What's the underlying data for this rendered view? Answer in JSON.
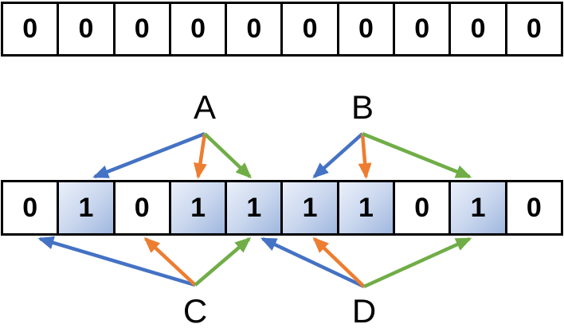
{
  "diagram": {
    "description": "Bloom filter bit arrays with hash pointers",
    "colors": {
      "blue": "#4472C4",
      "orange": "#ED7D31",
      "green": "#70AD47",
      "cell_border": "#000000",
      "cell_fill_light": "#eaf0fa",
      "cell_fill_dark": "#9fb7de"
    },
    "top_row": {
      "cells": [
        "0",
        "0",
        "0",
        "0",
        "0",
        "0",
        "0",
        "0",
        "0",
        "0"
      ]
    },
    "bottom_row": {
      "cells": [
        "0",
        "1",
        "0",
        "1",
        "1",
        "1",
        "1",
        "0",
        "1",
        "0"
      ]
    },
    "pointers": [
      {
        "label": "A",
        "side": "top",
        "arrows": [
          {
            "color": "blue",
            "target_cell": 1
          },
          {
            "color": "orange",
            "target_cell": 3
          },
          {
            "color": "green",
            "target_cell": 4
          }
        ]
      },
      {
        "label": "B",
        "side": "top",
        "arrows": [
          {
            "color": "blue",
            "target_cell": 5
          },
          {
            "color": "orange",
            "target_cell": 6
          },
          {
            "color": "green",
            "target_cell": 8
          }
        ]
      },
      {
        "label": "C",
        "side": "bottom",
        "arrows": [
          {
            "color": "blue",
            "target_cell": 0
          },
          {
            "color": "orange",
            "target_cell": 2
          },
          {
            "color": "green",
            "target_cell": 4
          }
        ]
      },
      {
        "label": "D",
        "side": "bottom",
        "arrows": [
          {
            "color": "blue",
            "target_cell": 4
          },
          {
            "color": "orange",
            "target_cell": 5
          },
          {
            "color": "green",
            "target_cell": 8
          }
        ]
      }
    ]
  }
}
